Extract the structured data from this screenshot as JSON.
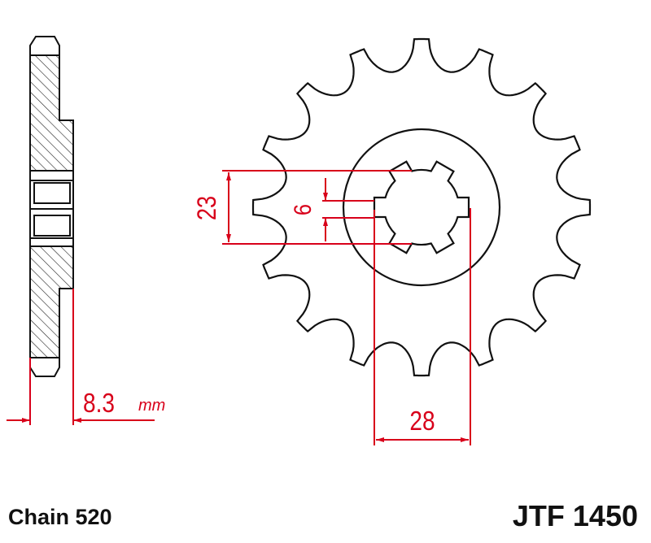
{
  "drawing": {
    "part_number": "JTF 1450",
    "chain_label": "Chain 520",
    "teeth_count": 16,
    "spline_slots": 6,
    "dimensions": {
      "offset_value": "8.3",
      "offset_unit": "mm",
      "bore_diameter": "23",
      "slot_width": "6",
      "spline_span": "28"
    },
    "colors": {
      "outline": "#111111",
      "dimension": "#d8001a",
      "background": "#ffffff"
    }
  }
}
